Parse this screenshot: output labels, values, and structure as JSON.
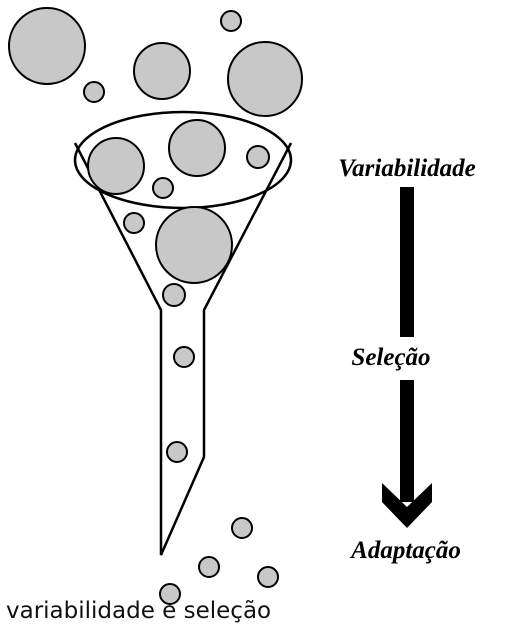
{
  "diagram": {
    "stages": {
      "top": "Variabilidade",
      "middle": "Seleção",
      "bottom": "Adaptação"
    },
    "colors": {
      "particle_fill": "#c8c8c8",
      "outline": "#000000",
      "arrow": "#000000",
      "background": "#ffffff"
    }
  },
  "caption": "variabilidade e seleção"
}
